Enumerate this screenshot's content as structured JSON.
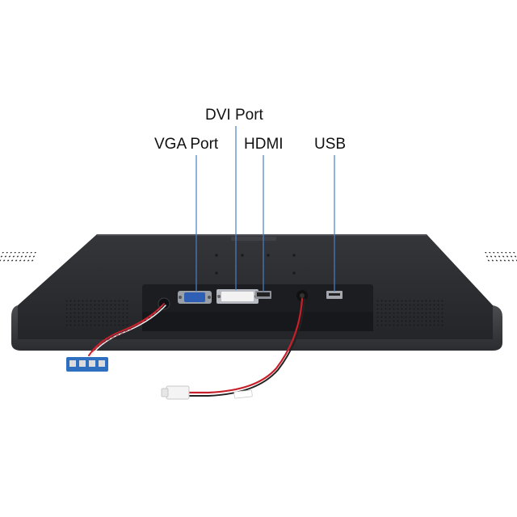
{
  "callouts": {
    "dvi": "DVI Port",
    "vga": "VGA Port",
    "hdmi": "HDMI",
    "usb": "USB"
  },
  "colors": {
    "monitor_body": "#2a2c30",
    "bezel": "#3a3c40",
    "vga_connector": "#2f5fb5",
    "pcb": "#2f6fc0",
    "cable_red": "#c8202a",
    "cable_white": "#f0f0f0",
    "callout_line": "#4a7fc8"
  }
}
